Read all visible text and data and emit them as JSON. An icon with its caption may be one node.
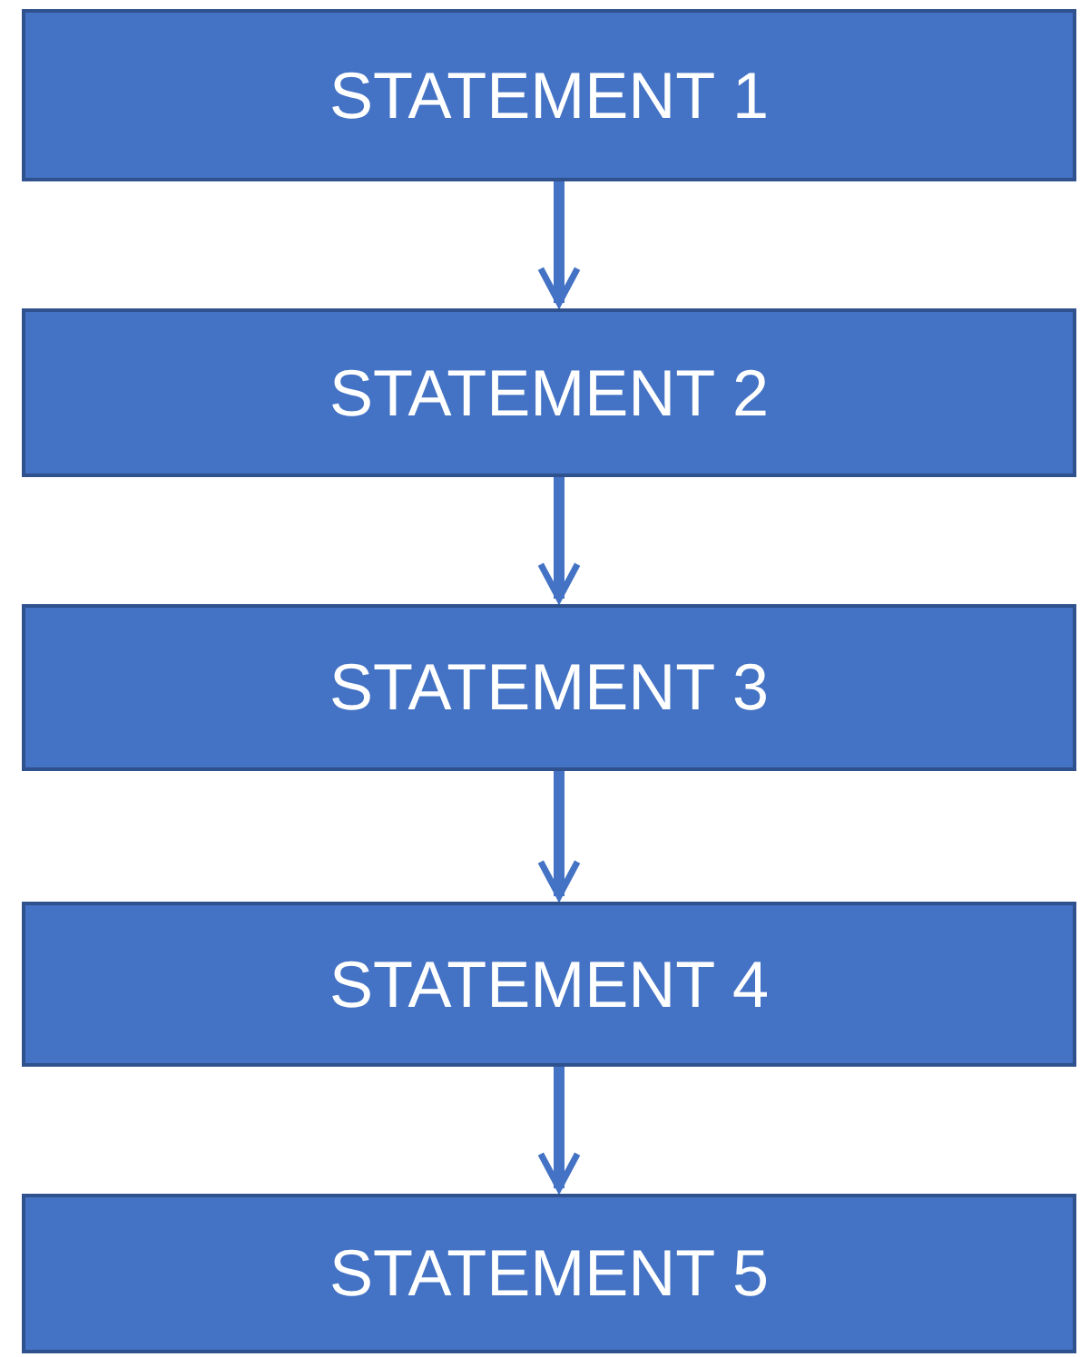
{
  "diagram": {
    "nodes": [
      {
        "text": [
          "STATEMENT 1"
        ]
      },
      {
        "text": [
          "STATEMENT 2"
        ]
      },
      {
        "text": [
          "STATEMENT 3"
        ]
      },
      {
        "text": [
          "STATEMENT 4"
        ]
      },
      {
        "text": [
          "STATEMENT 5"
        ]
      }
    ],
    "edges": [
      {
        "from": 0,
        "to": 1,
        "arrow": "to"
      },
      {
        "from": 1,
        "to": 2,
        "arrow": "to"
      },
      {
        "from": 2,
        "to": 3,
        "arrow": "to"
      },
      {
        "from": 3,
        "to": 4,
        "arrow": "to"
      }
    ]
  }
}
